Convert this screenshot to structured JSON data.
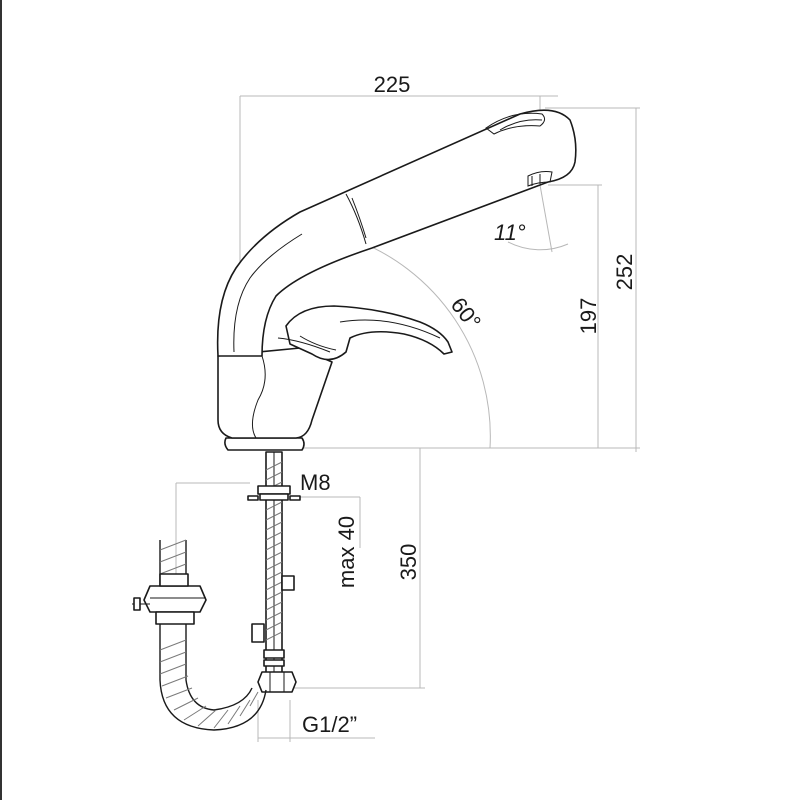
{
  "dimensions": {
    "overall_width": "225",
    "overall_height": "252",
    "spout_height": "197",
    "mounting_depth": "350",
    "max_counter": "max 40",
    "stud_thread": "M8",
    "connection": "G1/2”"
  },
  "angles": {
    "spout_tilt": "11°",
    "lever_sweep": "60°"
  },
  "colors": {
    "line": "#1a1a1a",
    "dimension": "#b8b8b8",
    "hose": "#7a7a7a"
  }
}
